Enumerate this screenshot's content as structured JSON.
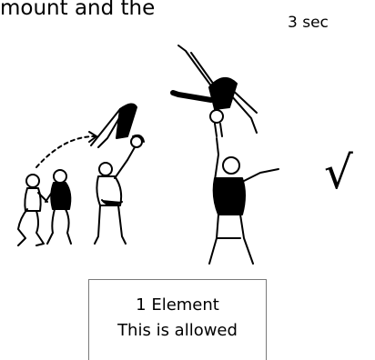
{
  "header": {
    "text_fragment": "mount and the",
    "duration": "3 sec"
  },
  "status": {
    "mark": "√"
  },
  "caption": {
    "line1": "1 Element",
    "line2": "This is allowed"
  }
}
